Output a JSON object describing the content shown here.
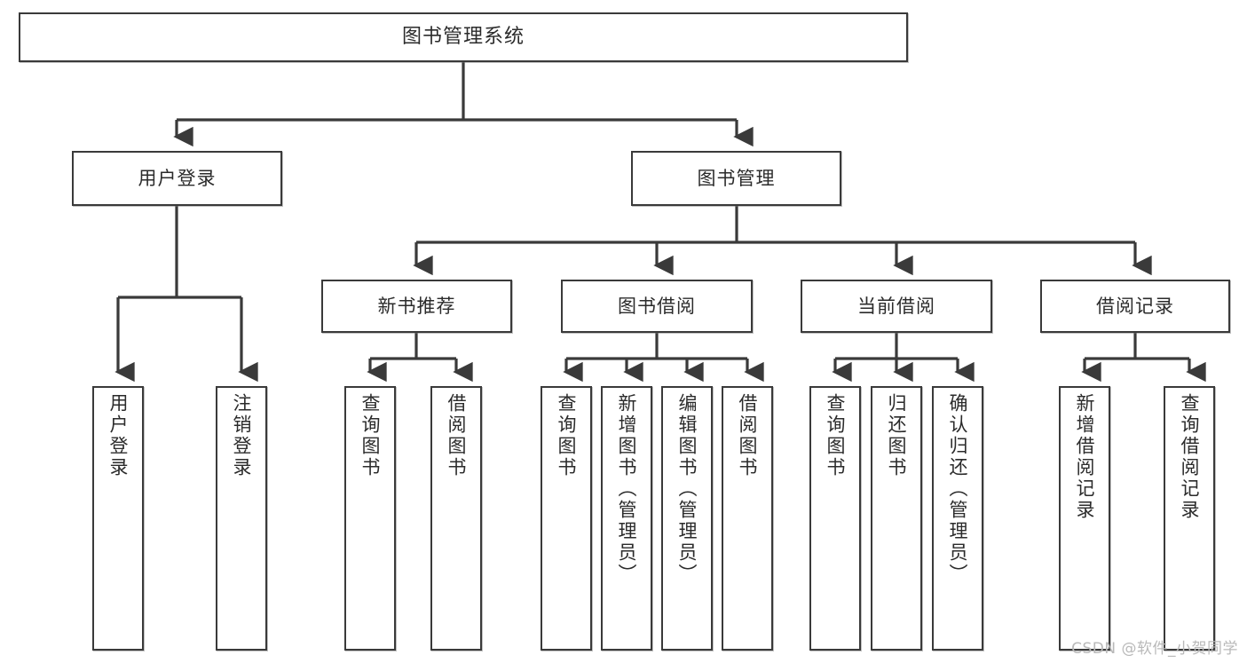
{
  "diagram": {
    "type": "tree",
    "title": "图书管理系统",
    "watermark": "CSDN @软件_小贺同学",
    "colors": {
      "box_border": "#3a3a3a",
      "box_fill": "#ffffff",
      "edge": "#3a3a3a",
      "text": "#2b2b2b",
      "watermark": "#b9b9b9",
      "background": "#ffffff"
    },
    "nodes": {
      "root": {
        "label": "图书管理系统"
      },
      "level2": [
        {
          "id": "user-login",
          "label": "用户登录"
        },
        {
          "id": "book-manage",
          "label": "图书管理"
        }
      ],
      "level3": [
        {
          "id": "new-book-recommend",
          "label": "新书推荐"
        },
        {
          "id": "book-borrow",
          "label": "图书借阅"
        },
        {
          "id": "current-borrow",
          "label": "当前借阅"
        },
        {
          "id": "borrow-record",
          "label": "借阅记录"
        }
      ],
      "leaves": {
        "user-login": [
          {
            "id": "leaf-user-login",
            "label": "用户登录"
          },
          {
            "id": "leaf-logout",
            "label": "注销登录"
          }
        ],
        "new-book-recommend": [
          {
            "id": "leaf-query-book-1",
            "label": "查询图书"
          },
          {
            "id": "leaf-borrow-book-1",
            "label": "借阅图书"
          }
        ],
        "book-borrow": [
          {
            "id": "leaf-query-book-2",
            "label": "查询图书"
          },
          {
            "id": "leaf-add-book",
            "label": "新增图书（管理员）"
          },
          {
            "id": "leaf-edit-book",
            "label": "编辑图书（管理员）"
          },
          {
            "id": "leaf-borrow-book-2",
            "label": "借阅图书"
          }
        ],
        "current-borrow": [
          {
            "id": "leaf-query-book-3",
            "label": "查询图书"
          },
          {
            "id": "leaf-return-book",
            "label": "归还图书"
          },
          {
            "id": "leaf-confirm-return",
            "label": "确认归还（管理员）"
          }
        ],
        "borrow-record": [
          {
            "id": "leaf-add-record",
            "label": "新增借阅记录"
          },
          {
            "id": "leaf-query-record",
            "label": "查询借阅记录"
          }
        ]
      }
    }
  }
}
